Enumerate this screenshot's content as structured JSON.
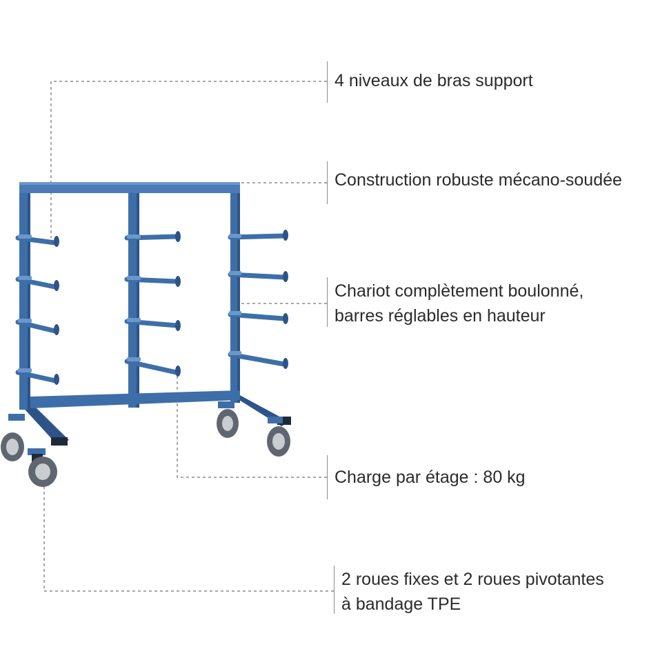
{
  "features": [
    {
      "lines": [
        "4 niveaux de bras support"
      ]
    },
    {
      "lines": [
        "Construction robuste mécano-soudée"
      ]
    },
    {
      "lines": [
        "Chariot complètement boulonné,",
        "barres réglables en hauteur"
      ]
    },
    {
      "lines": [
        "Charge par étage : 80 kg"
      ]
    },
    {
      "lines": [
        "2 roues fixes et 2 roues pivotantes",
        "à bandage TPE"
      ]
    }
  ],
  "colors": {
    "frame": "#3e6ea8",
    "frame_dark": "#2c5488",
    "frame_light": "#6a97cc",
    "leader": "#8a8a8a",
    "text": "#2b2b2b",
    "wheel_tire": "#5f6670",
    "wheel_hub": "#c9ccd0"
  }
}
